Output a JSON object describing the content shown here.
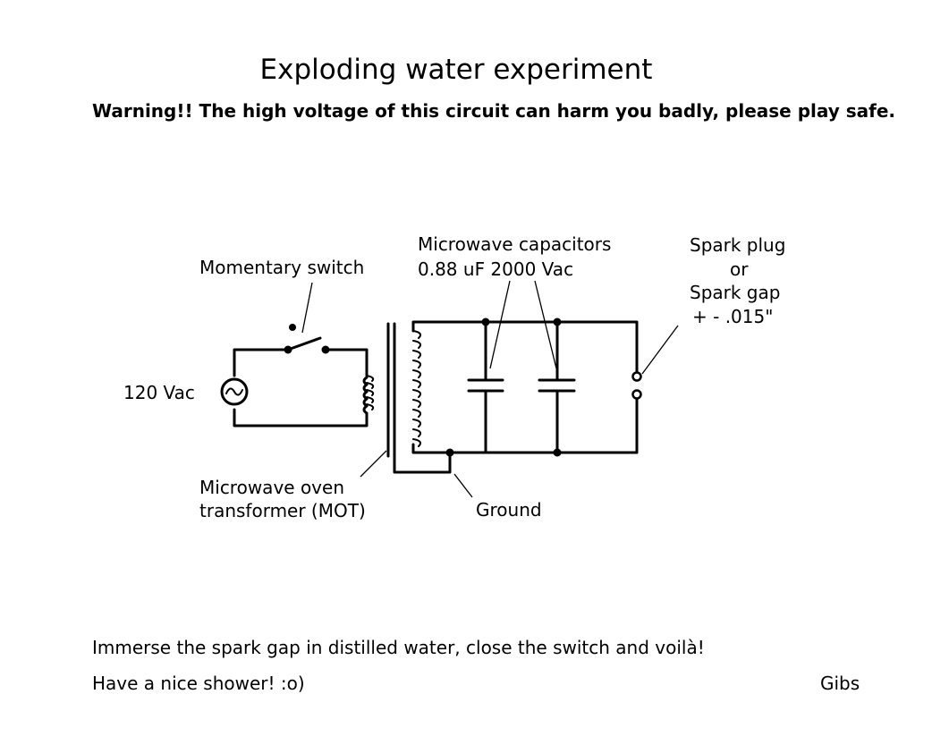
{
  "title": "Exploding water experiment",
  "warning": "Warning!! The high voltage of this circuit can harm you badly, please play safe.",
  "circuit": {
    "source_label": "120 Vac",
    "switch_label": "Momentary switch",
    "capacitors_label": "Microwave capacitors",
    "capacitors_value": "0.88 uF  2000 Vac",
    "spark_label_1": "Spark plug",
    "spark_label_2": "or",
    "spark_label_3": "Spark gap",
    "spark_label_4": "+ - .015\"",
    "transformer_label_1": "Microwave oven",
    "transformer_label_2": "transformer (MOT)",
    "ground_label": "Ground"
  },
  "instruction": "Immerse the spark gap in distilled water, close the switch and voilà!",
  "closing": "Have a nice shower!  :o)",
  "author": "Gibs"
}
